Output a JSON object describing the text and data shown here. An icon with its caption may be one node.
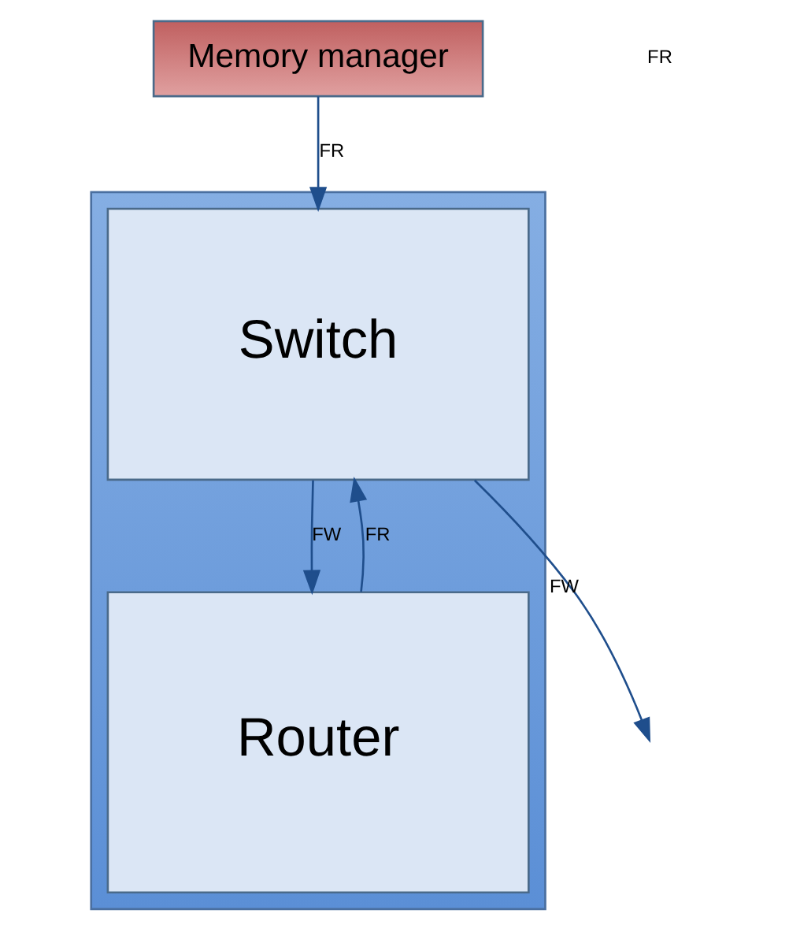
{
  "diagram": {
    "nodes": [
      {
        "text": [
          "Memory manager"
        ]
      },
      {
        "text": [],
        "shape": "box"
      },
      {
        "text": [
          "Switch"
        ],
        "in": 1
      },
      {
        "text": [
          "Router"
        ],
        "in": 1
      }
    ],
    "edges": [
      {
        "from": 0,
        "to": 2,
        "arrow": "to",
        "label": "FR"
      },
      {
        "from": 2,
        "to": null,
        "arrow": "to",
        "label": "FW"
      },
      {
        "from": 2,
        "to": 3,
        "arrow": "to",
        "label": "FW"
      },
      {
        "from": 3,
        "to": 2,
        "arrow": "to",
        "label": "FR"
      }
    ],
    "labels": [
      "FR"
    ]
  }
}
